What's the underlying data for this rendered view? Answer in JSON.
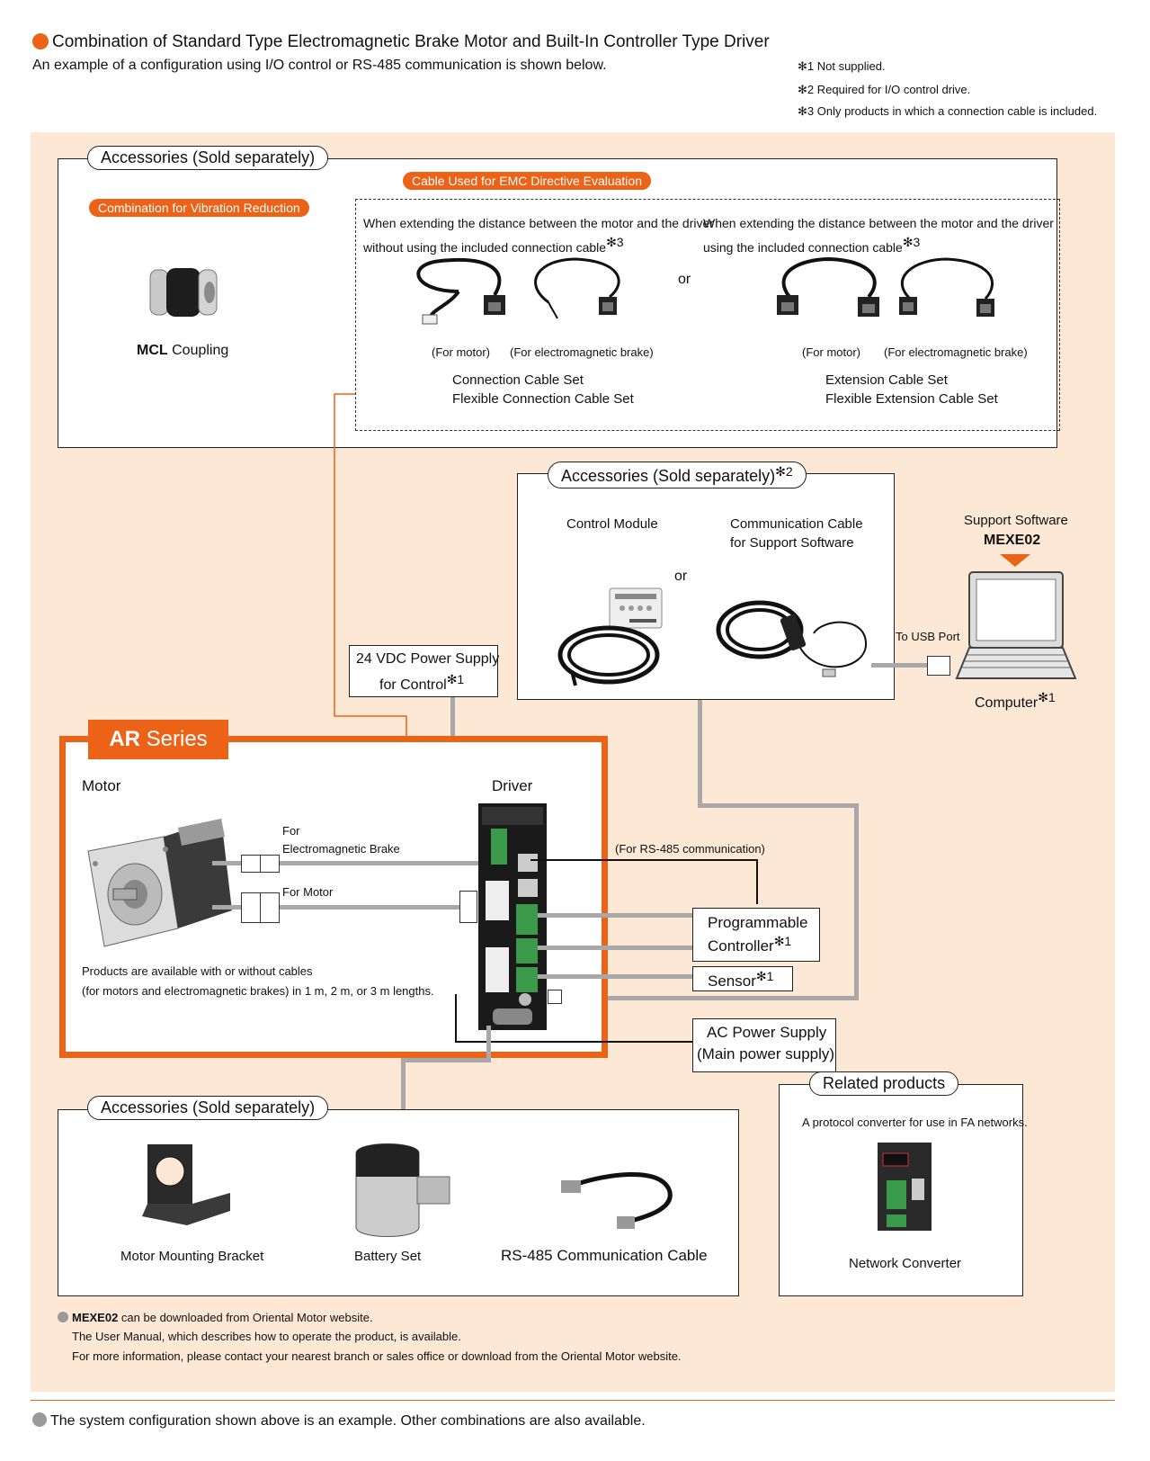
{
  "header": {
    "title": "Combination of Standard Type Electromagnetic Brake Motor and Built-In Controller Type Driver",
    "subtitle": "An example of a configuration using I/O control or RS-485 communication is shown below.",
    "notes": [
      "✻1 Not supplied.",
      "✻2 Required for I/O control drive.",
      "✻3 Only products in which a connection cable is included."
    ]
  },
  "top_accessories": {
    "title": "Accessories (Sold separately)",
    "vibration_tag": "Combination for Vibration Reduction",
    "coupling_brand": "MCL",
    "coupling_label": "Coupling",
    "emc_tag": "Cable Used for EMC Directive Evaluation",
    "without_cable_l1": "When extending the distance between the motor and the driver",
    "without_cable_l2": "without using the included connection cable",
    "with_cable_l1": "When extending the distance between the motor and the driver",
    "with_cable_l2": "using the included connection cable",
    "sup3": "✻3",
    "or": "or",
    "for_motor": "(For motor)",
    "for_brake": "(For electromagnetic brake)",
    "conn_set_1": "Connection Cable Set",
    "conn_set_2": "Flexible Connection Cable Set",
    "ext_set_1": "Extension Cable Set",
    "ext_set_2": "Flexible Extension Cable Set"
  },
  "mid_accessories": {
    "title": "Accessories (Sold separately)",
    "sup": "✻2",
    "control_module": "Control Module",
    "comm_cable_1": "Communication Cable",
    "comm_cable_2": "for Support Software",
    "or": "or"
  },
  "software": {
    "label": "Support Software",
    "name": "MEXE02",
    "usb": "To USB Port",
    "computer": "Computer",
    "sup": "✻1"
  },
  "power_control": {
    "l1": "24 VDC Power Supply",
    "l2": "for Control",
    "sup": "✻1"
  },
  "ar": {
    "brand": "AR",
    "series": "Series",
    "motor": "Motor",
    "driver": "Driver",
    "for_label": "For",
    "brake_label": "Electromagnetic Brake",
    "for_motor": "For Motor",
    "cable_note_1": "Products are available with or without cables",
    "cable_note_2": "(for motors and electromagnetic brakes) in 1 m, 2 m, or 3 m lengths.",
    "rs485": "(For RS-485 communication)"
  },
  "peripherals": {
    "plc_1": "Programmable",
    "plc_2": "Controller",
    "sensor": "Sensor",
    "sup": "✻1",
    "ac_1": "AC Power Supply",
    "ac_2": "(Main power supply)"
  },
  "bottom_accessories": {
    "title": "Accessories (Sold separately)",
    "bracket": "Motor Mounting Bracket",
    "battery": "Battery Set",
    "rs485_cable": "RS-485 Communication Cable"
  },
  "related": {
    "title": "Related products",
    "desc": "A protocol converter for use in FA networks.",
    "item": "Network Converter"
  },
  "footer": {
    "mexe": "MEXE02",
    "line1": " can be downloaded from Oriental Motor website.",
    "line2": "The User Manual, which describes how to operate the product, is available.",
    "line3": "For more information, please contact your nearest branch or sales office or download from the Oriental Motor website.",
    "bottom": "The system configuration shown above is an example. Other combinations are also available."
  }
}
